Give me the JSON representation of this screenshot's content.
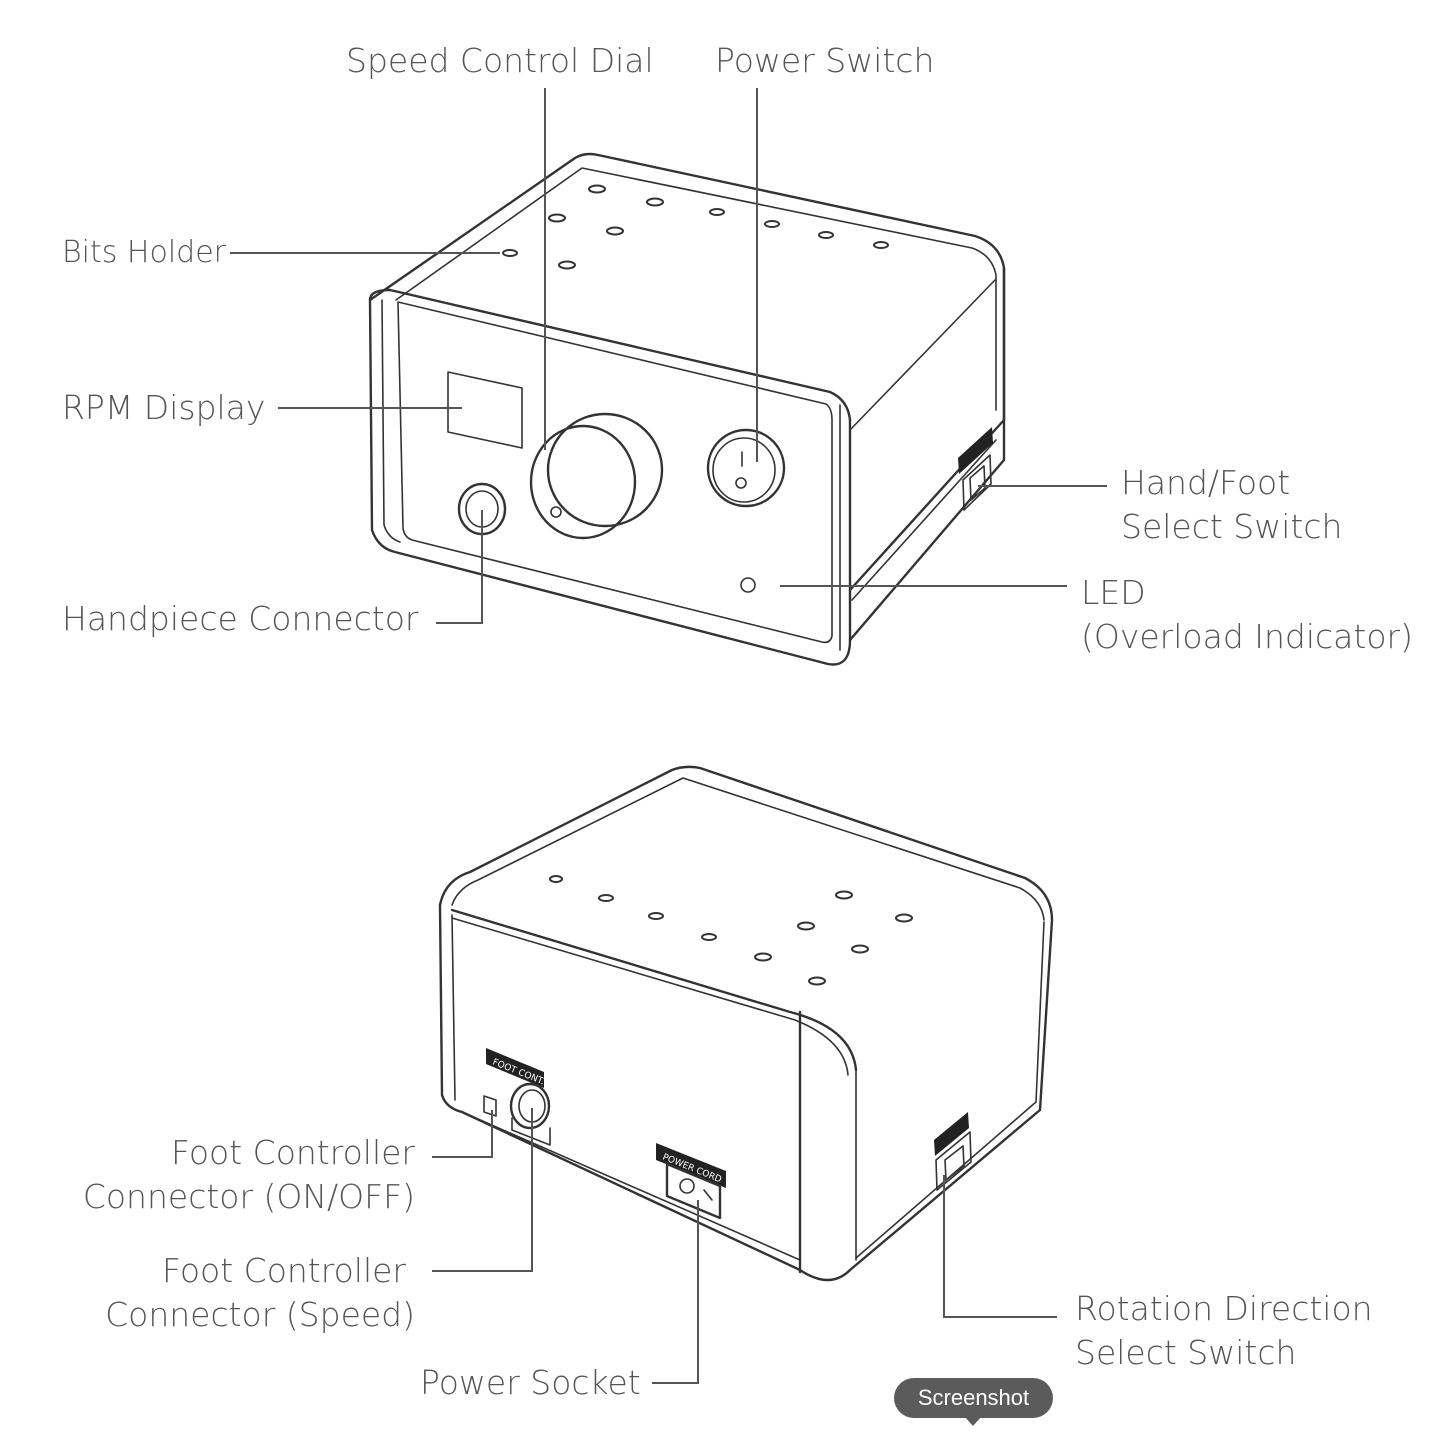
{
  "labels": {
    "speed_dial": "Speed Control Dial",
    "power_switch": "Power Switch",
    "bits_holder": "Bits Holder",
    "rpm_display": "RPM Display",
    "handpiece_connector": "Handpiece Connector",
    "hand_foot_line1": "Hand/Foot",
    "hand_foot_line2": "Select Switch",
    "led_line1": "LED",
    "led_line2": "(Overload Indicator)",
    "foot_onoff_line1": "Foot Controller",
    "foot_onoff_line2": "Connector (ON/OFF)",
    "foot_speed_line1": "Foot Controller",
    "foot_speed_line2": "Connector (Speed)",
    "power_socket": "Power Socket",
    "rotation_line1": "Rotation Direction",
    "rotation_line2": "Select Switch"
  },
  "device_tags": {
    "foot_cont": "FOOT CONT.",
    "power_cord": "POWER CORD"
  },
  "toast": {
    "label": "Screenshot"
  }
}
